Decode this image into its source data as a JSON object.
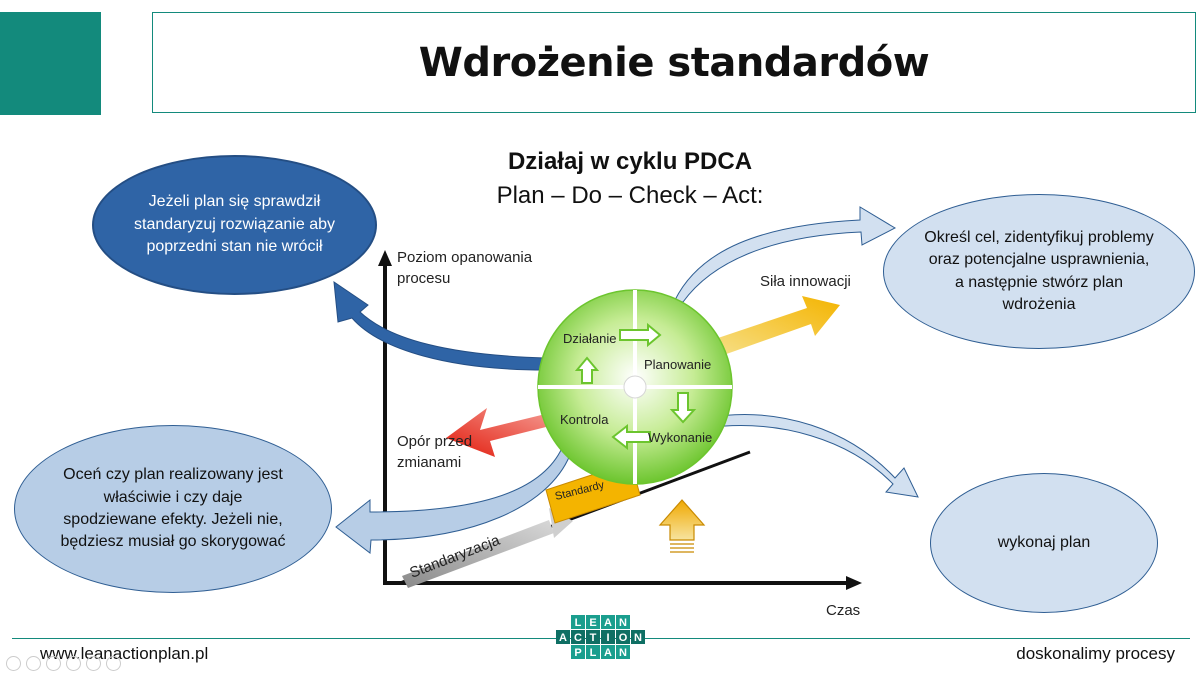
{
  "title": "Wdrożenie standardów",
  "subtitle": {
    "bold": "Działaj w cyklu PDCA",
    "plain": "Plan – Do – Check – Act:"
  },
  "bubbles": {
    "standardize": "Jeżeli plan się sprawdził standaryzuj rozwiązanie aby poprzedni stan nie wrócił",
    "define": "Określ cel, zidentyfikuj problemy oraz potencjalne usprawnienia, a następnie stwórz plan wdrożenia",
    "evaluate": "Oceń czy plan realizowany jest właściwie i czy daje spodziewane efekty. Jeżeli nie, będziesz musiał go skorygować",
    "execute": "wykonaj plan"
  },
  "diagram": {
    "y_axis_line1": "Poziom opanowania",
    "y_axis_line2": "procesu",
    "x_axis": "Czas",
    "innovation": "Siła innowacji",
    "resistance_line1": "Opór przed",
    "resistance_line2": "zmianami",
    "quadrants": {
      "act": "Działanie",
      "plan": "Planowanie",
      "check": "Kontrola",
      "do": "Wykonanie"
    },
    "standards": "Standardy",
    "standardization": "Standaryzacja"
  },
  "logo": {
    "row1": [
      "L",
      "E",
      "A",
      "N"
    ],
    "row2": [
      "A",
      "C",
      "T",
      "I",
      "O",
      "N"
    ],
    "row3": [
      "P",
      "L",
      "A",
      "N"
    ]
  },
  "footer": {
    "left": "www.leanactionplan.pl",
    "right": "doskonalimy procesy"
  },
  "colors": {
    "teal": "#138a7c",
    "bubble_dark": "#2f64a6",
    "bubble_light": "#d2e0f0",
    "innovation": "#f4b400",
    "resistance": "#e52b1c",
    "circle_green": "#8fd44a"
  }
}
